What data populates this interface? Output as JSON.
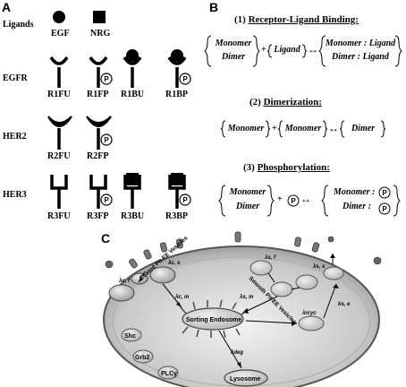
{
  "panels": {
    "a": "A",
    "b": "B",
    "c": "C"
  },
  "rows": {
    "ligands": "Ligands",
    "egfr": "EGFR",
    "her2": "HER2",
    "her3": "HER3"
  },
  "ligands": [
    "EGF",
    "NRG"
  ],
  "egfr_states": [
    "R1FU",
    "R1FP",
    "R1BU",
    "R1BP"
  ],
  "her2_states": [
    "R2FU",
    "R2FP"
  ],
  "her3_states": [
    "R3FU",
    "R3FP",
    "R3BU",
    "R3BP"
  ],
  "phospho_symbol": "P",
  "eq1": {
    "num": "(1)",
    "title": "Receptor-Ligand Binding:",
    "lhs_top": "Monomer",
    "lhs_bot": "Dimer",
    "plus": "+",
    "ligand": "Ligand",
    "arrow": "↔",
    "rhs_top": "Monomer : Ligand",
    "rhs_bot": "Dimer : Ligand"
  },
  "eq2": {
    "num": "(2)",
    "title": "Dimerization:",
    "m1": "Monomer",
    "plus": "+",
    "m2": "Monomer",
    "arrow": "↔",
    "dimer": "Dimer"
  },
  "eq3": {
    "num": "(3)",
    "title": "Phosphorylation:",
    "lhs_top": "Monomer",
    "lhs_bot": "Dimer",
    "plus": "+",
    "arrow": "↔",
    "rhs_top": "Monomer :",
    "rhs_bot": "Dimer :"
  },
  "cell": {
    "coated_pit": "Coated Pit EE Vesicles",
    "smooth_pit": "Smooth Pit EE Vesicles",
    "sorting": "Sorting Endosome",
    "lysosome": "Lysosome",
    "shc": "Shc",
    "grb2": "Grb2",
    "plc": "PLCγ",
    "lam_cf": "λc, f",
    "lam_cs": "λc, s",
    "lam_cm": "λc, m",
    "lam_sf": "λs, f",
    "lam_ss": "λs, s",
    "lam_sm": "λs, m",
    "lam_recyc": "λrcyc",
    "lam_deg": "λdeg",
    "k_se": "ks, e"
  }
}
